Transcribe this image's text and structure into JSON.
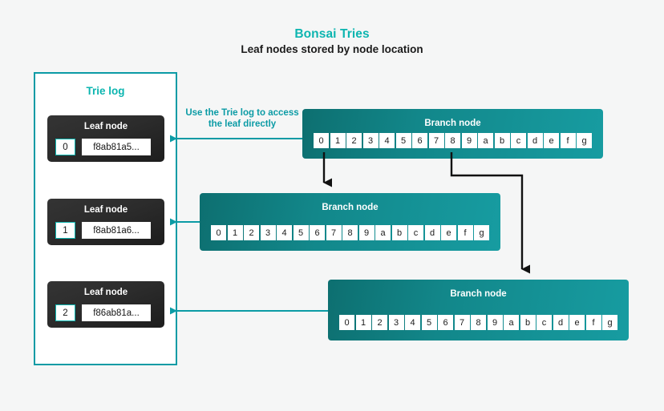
{
  "header": {
    "title": "Bonsai Tries",
    "subtitle": "Leaf nodes stored by node location"
  },
  "colors": {
    "accent_teal": "#0cb5b0",
    "border_teal": "#0b9ba5",
    "branch_dark": "#0d6f70",
    "branch_light": "#179ca1",
    "leaf_dark": "#2c2c2c",
    "background": "#f5f6f6",
    "arrow_black": "#111111"
  },
  "trie_log": {
    "title": "Trie log",
    "leaf_node_label": "Leaf node",
    "leaves": [
      {
        "index": "0",
        "hash": "f8ab81a5..."
      },
      {
        "index": "1",
        "hash": "f8ab81a6..."
      },
      {
        "index": "2",
        "hash": "f86ab81a..."
      }
    ]
  },
  "annotation": {
    "text": "Use the Trie log to access the leaf directly"
  },
  "branch_nodes": [
    {
      "label": "Branch node",
      "nibbles": [
        "0",
        "1",
        "2",
        "3",
        "4",
        "5",
        "6",
        "7",
        "8",
        "9",
        "a",
        "b",
        "c",
        "d",
        "e",
        "f",
        "g"
      ]
    },
    {
      "label": "Branch node",
      "nibbles": [
        "0",
        "1",
        "2",
        "3",
        "4",
        "5",
        "6",
        "7",
        "8",
        "9",
        "a",
        "b",
        "c",
        "d",
        "e",
        "f",
        "g"
      ]
    },
    {
      "label": "Branch node",
      "nibbles": [
        "0",
        "1",
        "2",
        "3",
        "4",
        "5",
        "6",
        "7",
        "8",
        "9",
        "a",
        "b",
        "c",
        "d",
        "e",
        "f",
        "g"
      ]
    }
  ]
}
